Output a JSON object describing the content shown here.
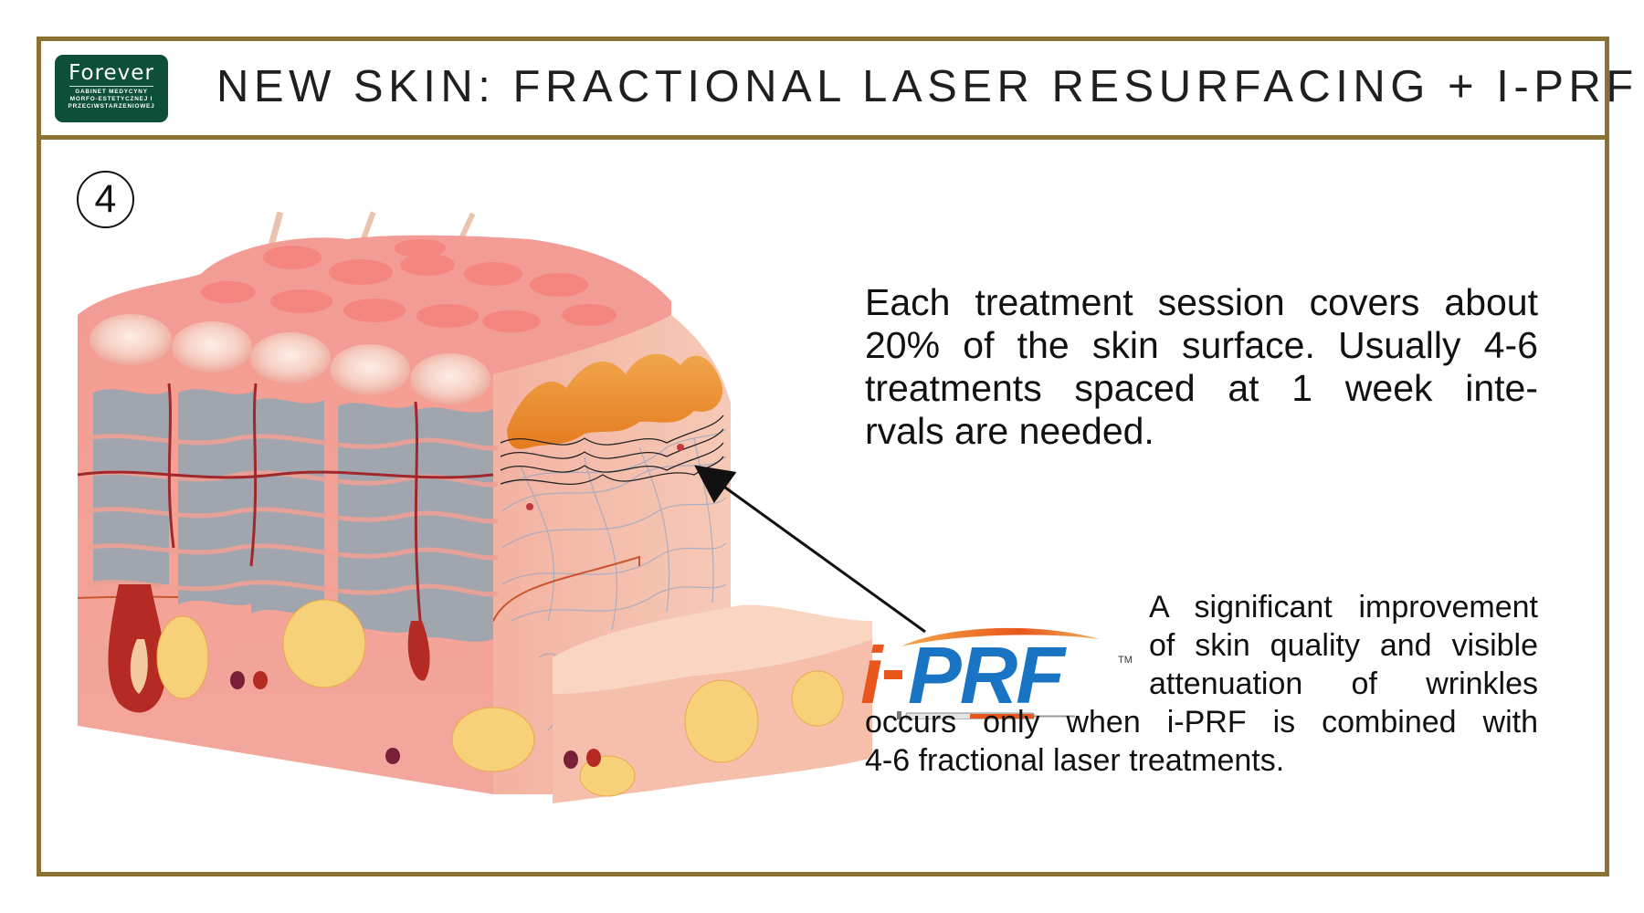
{
  "logo": {
    "name": "Forever",
    "subtitle_1": "GABINET MEDYCYNY",
    "subtitle_2": "MORFO-ESTETYCZNEJ I",
    "subtitle_3": "PRZECIWSTARZENIOWEJ"
  },
  "title": "NEW SKIN: FRACTIONAL LASER RESURFACING + I-PRF",
  "step_number": "4",
  "session_text": {
    "line1": "Each treatment session covers about",
    "line2": "20% of the skin surface. Usually 4-6",
    "line3": "treatments spaced at 1 week inte-",
    "line4": "rvals are needed."
  },
  "iprf_logo": {
    "brand": "i-PRF",
    "mark": "TM"
  },
  "improvement_text": {
    "line1": "A significant improvement",
    "line2": "of skin quality and visible",
    "line3": "attenuation of wrinkles",
    "line4": "occurs only when i-PRF is combined with",
    "line5": "4-6 fractional laser treatments."
  },
  "colors": {
    "frame": "#8b7132",
    "logo_bg": "#0e4f3a",
    "skin": "#f4a39a",
    "dermis": "#f7c0ad",
    "treated": "#a1a5ae",
    "fat": "#f6d17a",
    "iprf_orange": "#e8561b",
    "iprf_blue": "#1a74c4"
  }
}
